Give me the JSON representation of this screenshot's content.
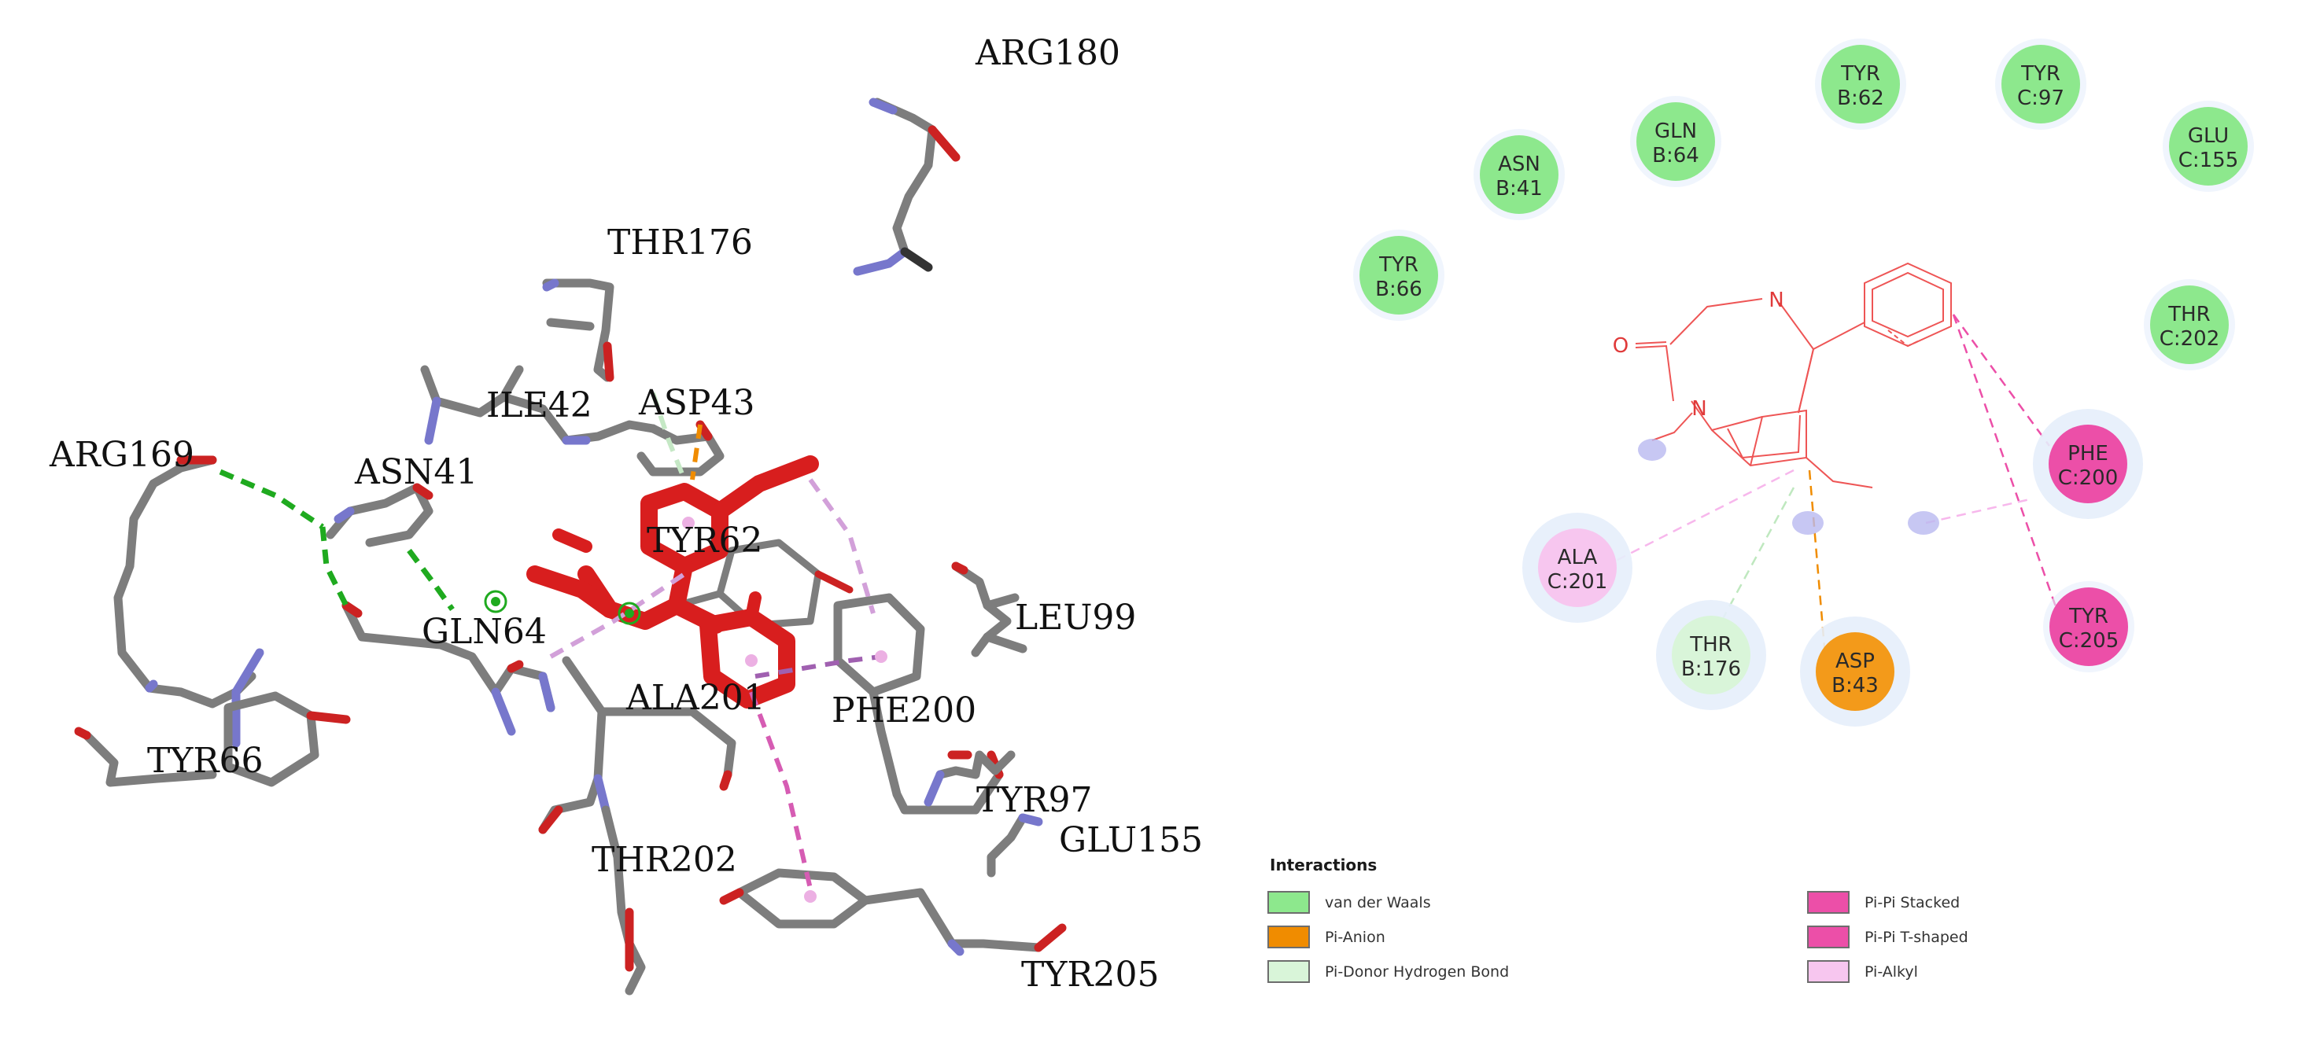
{
  "structure_3d": {
    "residue_labels": [
      "ARG180",
      "THR176",
      "ILE42",
      "ASP43",
      "ARG169",
      "ASN41",
      "TYR62",
      "LEU99",
      "GLN64",
      "ALA201",
      "PHE200",
      "TYR66",
      "TYR97",
      "GLU155",
      "THR202",
      "TYR205"
    ]
  },
  "diagram_2d": {
    "residues": [
      {
        "line1": "TYR",
        "line2": "B:62",
        "type": "vdw"
      },
      {
        "line1": "TYR",
        "line2": "C:97",
        "type": "vdw"
      },
      {
        "line1": "GLN",
        "line2": "B:64",
        "type": "vdw"
      },
      {
        "line1": "GLU",
        "line2": "C:155",
        "type": "vdw"
      },
      {
        "line1": "ASN",
        "line2": "B:41",
        "type": "vdw"
      },
      {
        "line1": "TYR",
        "line2": "B:66",
        "type": "vdw"
      },
      {
        "line1": "THR",
        "line2": "C:202",
        "type": "vdw"
      },
      {
        "line1": "PHE",
        "line2": "C:200",
        "type": "pipi_tshaped"
      },
      {
        "line1": "ALA",
        "line2": "C:201",
        "type": "pialkyl"
      },
      {
        "line1": "TYR",
        "line2": "C:205",
        "type": "pipi_stacked"
      },
      {
        "line1": "THR",
        "line2": "B:176",
        "type": "donor"
      },
      {
        "line1": "ASP",
        "line2": "B:43",
        "type": "anion"
      }
    ],
    "ligand_atoms": {
      "oxygen": "O",
      "nitrogen_ring": "N",
      "nitrogen_imine": "N"
    }
  },
  "legend": {
    "title": "Interactions",
    "items": [
      {
        "label": "van der Waals",
        "color": "#8de88d"
      },
      {
        "label": "Pi-Anion",
        "color": "#f08c00"
      },
      {
        "label": "Pi-Donor Hydrogen Bond",
        "color": "#d9f5d9"
      },
      {
        "label": "Pi-Pi Stacked",
        "color": "#ec4fa8"
      },
      {
        "label": "Pi-Pi T-shaped",
        "color": "#ec4fa8"
      },
      {
        "label": "Pi-Alkyl",
        "color": "#f7c6ef"
      }
    ]
  },
  "colors": {
    "carbon": "#7d7d7d",
    "nitrogen": "#7777cc",
    "oxygen": "#cc2222",
    "ligand": "#d81e1e",
    "hbond": "#1faa1f",
    "vdw": "#8de88d",
    "anion": "#f08c00",
    "donor": "#d9f5d9",
    "pink": "#ec4fa8",
    "pialkyl": "#f7c6ef"
  }
}
